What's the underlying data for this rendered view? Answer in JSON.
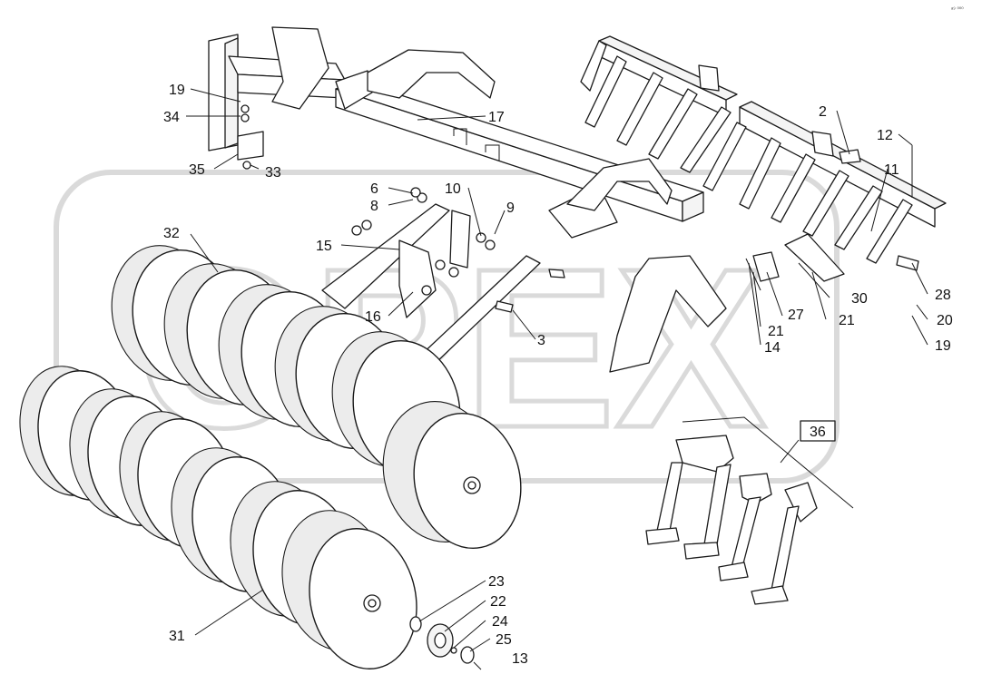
{
  "corner_text": "ᵃ⁹ ⁰⁰⁰",
  "watermark": "OPEX",
  "callouts": {
    "n2": "2",
    "n3": "3",
    "n6": "6",
    "n8": "8",
    "n9": "9",
    "n10": "10",
    "n11": "11",
    "n12": "12",
    "n13": "13",
    "n14": "14",
    "n15": "15",
    "n16": "16",
    "n17": "17",
    "n19a": "19",
    "n19b": "19",
    "n20": "20",
    "n21a": "21",
    "n21b": "21",
    "n22": "22",
    "n23": "23",
    "n24": "24",
    "n25": "25",
    "n27": "27",
    "n28": "28",
    "n30": "30",
    "n31": "31",
    "n32": "32",
    "n33": "33",
    "n34": "34",
    "n35": "35",
    "n36": "36"
  }
}
